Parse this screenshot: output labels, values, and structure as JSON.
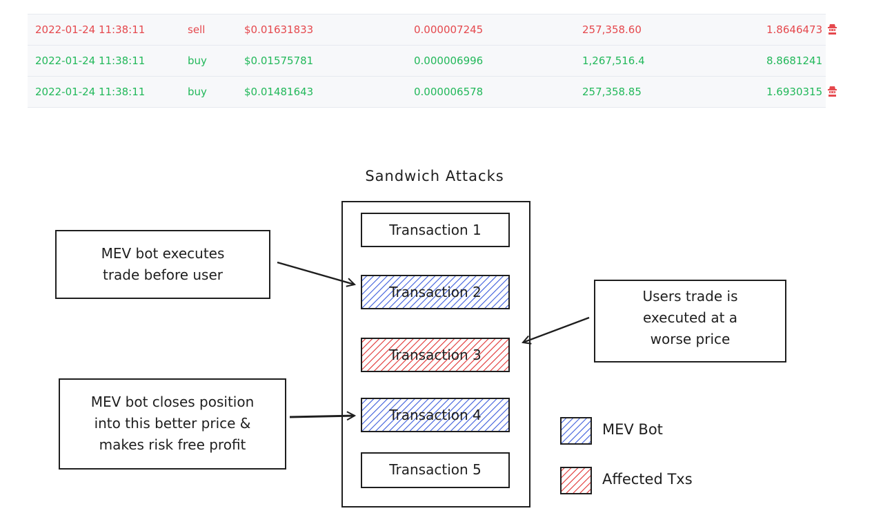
{
  "trades": [
    {
      "time": "2022-01-24 11:38:11",
      "side": "sell",
      "price": "$0.01631833",
      "price_eth": "0.000007245",
      "amount": "257,358.60",
      "value": "1.8646473",
      "mev_bot": true
    },
    {
      "time": "2022-01-24 11:38:11",
      "side": "buy",
      "price": "$0.01575781",
      "price_eth": "0.000006996",
      "amount": "1,267,516.4",
      "value": "8.8681241",
      "mev_bot": false
    },
    {
      "time": "2022-01-24 11:38:11",
      "side": "buy",
      "price": "$0.01481643",
      "price_eth": "0.000006578",
      "amount": "257,358.85",
      "value": "1.6930315",
      "mev_bot": true
    }
  ],
  "colors": {
    "sell": "#e5484d",
    "buy": "#22b85a",
    "mev_hatch": "#3b5bdb",
    "affected_hatch": "#e03131",
    "bot_icon": "#e5484d"
  },
  "diagram": {
    "title": "Sandwich Attacks",
    "transactions": [
      {
        "label": "Transaction 1",
        "kind": "normal"
      },
      {
        "label": "Transaction 2",
        "kind": "mev"
      },
      {
        "label": "Transaction 3",
        "kind": "affected"
      },
      {
        "label": "Transaction 4",
        "kind": "mev"
      },
      {
        "label": "Transaction 5",
        "kind": "normal"
      }
    ],
    "callouts": {
      "front_run": [
        "MEV bot executes",
        "trade before user"
      ],
      "victim": [
        "Users trade is",
        "executed at a",
        "worse price"
      ],
      "back_run": [
        "MEV bot closes position",
        "into this better price &",
        "makes risk free profit"
      ]
    },
    "legend": [
      {
        "label": "MEV Bot",
        "kind": "mev"
      },
      {
        "label": "Affected Txs",
        "kind": "affected"
      }
    ]
  }
}
